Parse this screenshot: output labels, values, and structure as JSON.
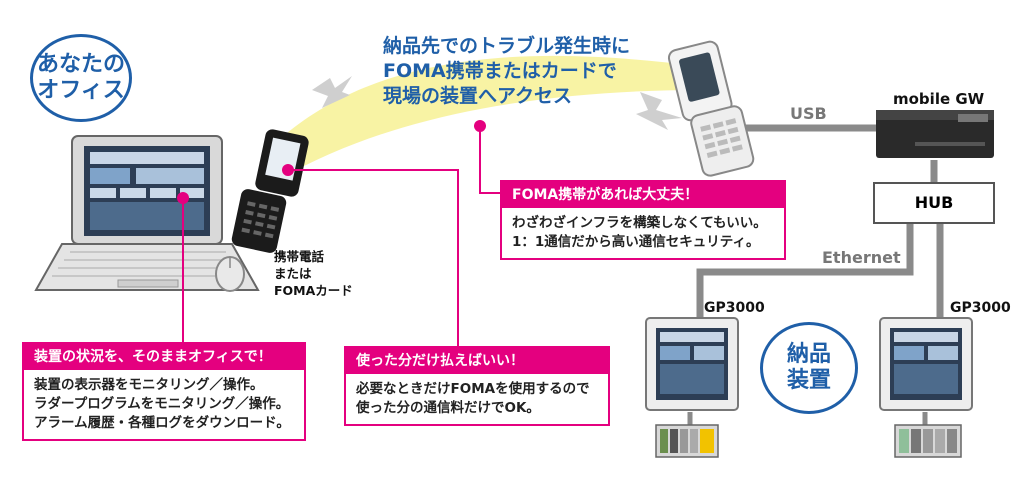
{
  "office_label": {
    "line1": "あなたの",
    "line2": "オフィス"
  },
  "headline": {
    "line1": "納品先でのトラブル発生時に",
    "line2": "FOMA携帯またはカードで",
    "line3": "現場の装置へアクセス"
  },
  "phone_caption": {
    "line1": "携帯電話",
    "line2": "または",
    "line3": "FOMAカード"
  },
  "usb_label": "USB",
  "mobile_gw_label": "mobile GW",
  "hub_label": "HUB",
  "ethernet_label": "Ethernet",
  "gp_left_label": "GP3000",
  "gp_right_label": "GP3000",
  "site_label": {
    "line1": "納品",
    "line2": "装置"
  },
  "callout_foma": {
    "title": "FOMA携帯があれば大丈夫！",
    "line1": "わざわざインフラを構築しなくてもいい。",
    "line2": "1：1通信だから高い通信セキュリティ。"
  },
  "callout_office": {
    "title": "装置の状況を、そのままオフィスで！",
    "line1": "装置の表示器をモニタリング／操作。",
    "line2": "ラダープログラムをモニタリング／操作。",
    "line3": "アラーム履歴・各種ログをダウンロード。"
  },
  "callout_pay": {
    "title": "使った分だけ払えばいい！",
    "line1": "必要なときだけFOMAを使用するので",
    "line2": "使った分の通信料だけでOK。"
  },
  "colors": {
    "accent": "#e4007f",
    "brand_blue": "#1f5fa8",
    "beam": "#f7f29a",
    "line_gray": "#8a8a8a"
  }
}
